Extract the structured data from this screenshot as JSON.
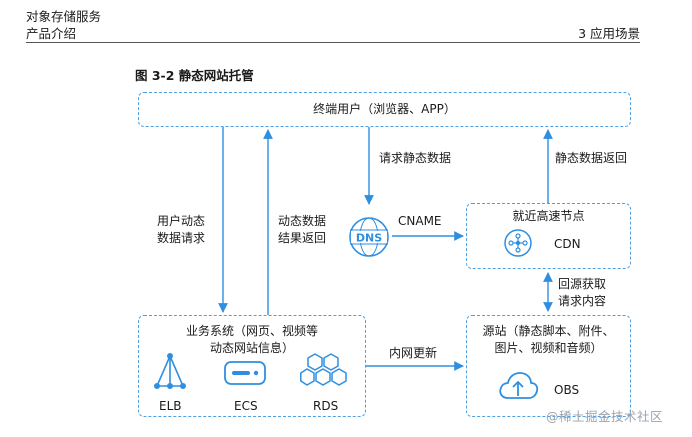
{
  "header": {
    "doc_title": "对象存储服务",
    "doc_subtitle": "产品介绍",
    "section": "3 应用场景"
  },
  "figure": {
    "title": "图 3-2 静态网站托管"
  },
  "nodes": {
    "end_user": "终端用户（浏览器、APP）",
    "edge_node": "就近高速节点",
    "cdn": "CDN",
    "business_line1": "业务系统（网页、视频等",
    "business_line2": "动态网站信息）",
    "elb": "ELB",
    "ecs": "ECS",
    "rds": "RDS",
    "origin_line1": "源站（静态脚本、附件、",
    "origin_line2": "图片、视频和音频）",
    "obs": "OBS",
    "dns": "DNS"
  },
  "edges": {
    "request_static": "请求静态数据",
    "static_return": "静态数据返回",
    "cname": "CNAME",
    "user_dynamic_line1": "用户动态",
    "user_dynamic_line2": "数据请求",
    "dynamic_result_line1": "动态数据",
    "dynamic_result_line2": "结果返回",
    "back_to_origin_line1": "回源获取",
    "back_to_origin_line2": "请求内容",
    "intranet_update": "内网更新"
  },
  "watermark": "@稀土掘金技术社区",
  "colors": {
    "accent": "#2f8ee0",
    "dashed_border": "#4f9fe3",
    "text": "#1a1a1a"
  }
}
